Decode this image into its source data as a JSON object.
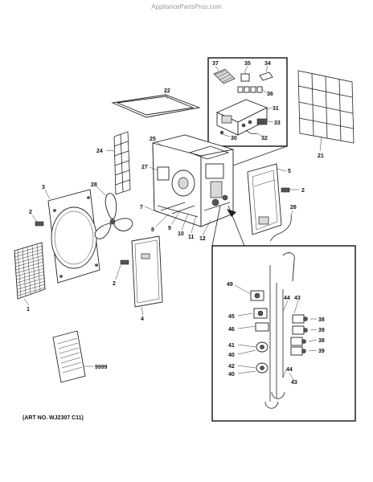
{
  "header": {
    "site": "AppliancePartsPros.com"
  },
  "footer": {
    "art_no": "(ART NO. WJ2307 C11)"
  },
  "callouts": [
    {
      "id": "c37",
      "text": "37"
    },
    {
      "id": "c35",
      "text": "35"
    },
    {
      "id": "c34",
      "text": "34"
    },
    {
      "id": "c36",
      "text": "36"
    },
    {
      "id": "c31",
      "text": "31"
    },
    {
      "id": "c33",
      "text": "33"
    },
    {
      "id": "c30",
      "text": "30"
    },
    {
      "id": "c32",
      "text": "32"
    },
    {
      "id": "c22",
      "text": "22"
    },
    {
      "id": "c21",
      "text": "21"
    },
    {
      "id": "c24",
      "text": "24"
    },
    {
      "id": "c25",
      "text": "25"
    },
    {
      "id": "c5",
      "text": "5"
    },
    {
      "id": "c2a",
      "text": "2"
    },
    {
      "id": "c27",
      "text": "27"
    },
    {
      "id": "c3",
      "text": "3"
    },
    {
      "id": "c28",
      "text": "28"
    },
    {
      "id": "c2b",
      "text": "2"
    },
    {
      "id": "c7",
      "text": "7"
    },
    {
      "id": "c26",
      "text": "26"
    },
    {
      "id": "c8",
      "text": "8"
    },
    {
      "id": "c9",
      "text": "9"
    },
    {
      "id": "c10",
      "text": "10"
    },
    {
      "id": "c11",
      "text": "11"
    },
    {
      "id": "c12",
      "text": "12"
    },
    {
      "id": "c1",
      "text": "1"
    },
    {
      "id": "c2c",
      "text": "2"
    },
    {
      "id": "c4",
      "text": "4"
    },
    {
      "id": "c49",
      "text": "49"
    },
    {
      "id": "c44a",
      "text": "44"
    },
    {
      "id": "c43a",
      "text": "43"
    },
    {
      "id": "c45",
      "text": "45"
    },
    {
      "id": "c38a",
      "text": "38"
    },
    {
      "id": "c46",
      "text": "46"
    },
    {
      "id": "c39a",
      "text": "39"
    },
    {
      "id": "c38b",
      "text": "38"
    },
    {
      "id": "c41",
      "text": "41"
    },
    {
      "id": "c40a",
      "text": "40"
    },
    {
      "id": "c39b",
      "text": "39"
    },
    {
      "id": "c42",
      "text": "42"
    },
    {
      "id": "c40b",
      "text": "40"
    },
    {
      "id": "c44b",
      "text": "44"
    },
    {
      "id": "c43b",
      "text": "43"
    },
    {
      "id": "c9999",
      "text": "9999"
    }
  ]
}
